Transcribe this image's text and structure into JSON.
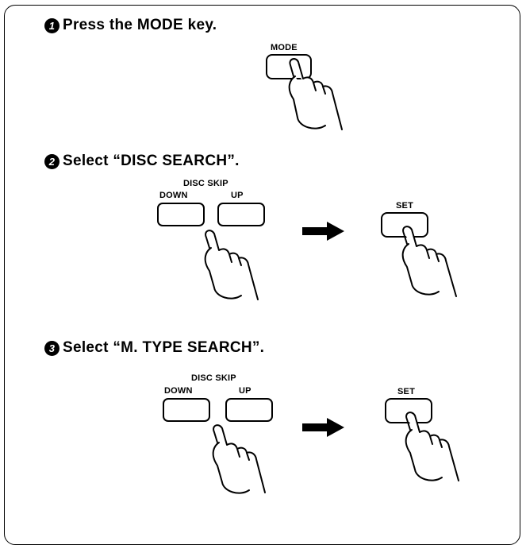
{
  "steps": [
    {
      "number": "1",
      "text": "Press the MODE key."
    },
    {
      "number": "2",
      "text": "Select “DISC SEARCH”."
    },
    {
      "number": "3",
      "text": "Select “M. TYPE SEARCH”."
    }
  ],
  "keys": {
    "mode": "MODE",
    "disc_skip": "DISC SKIP",
    "down": "DOWN",
    "up": "UP",
    "set": "SET"
  }
}
